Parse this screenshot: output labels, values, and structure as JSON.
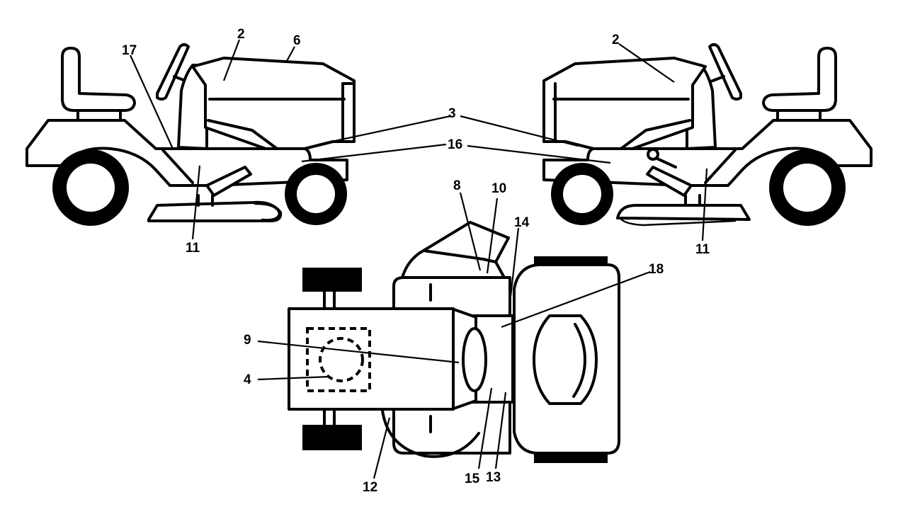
{
  "callouts": {
    "left_view": {
      "c2": "2",
      "c6": "6",
      "c17": "17",
      "c11": "11"
    },
    "center": {
      "c3": "3",
      "c16": "16"
    },
    "right_view": {
      "c2": "2",
      "c11": "11"
    },
    "top_view": {
      "c8": "8",
      "c10": "10",
      "c14": "14",
      "c18": "18",
      "c9": "9",
      "c4": "4",
      "c12": "12",
      "c15": "15",
      "c13": "13"
    }
  },
  "colors": {
    "line": "#000000",
    "background": "#ffffff"
  }
}
